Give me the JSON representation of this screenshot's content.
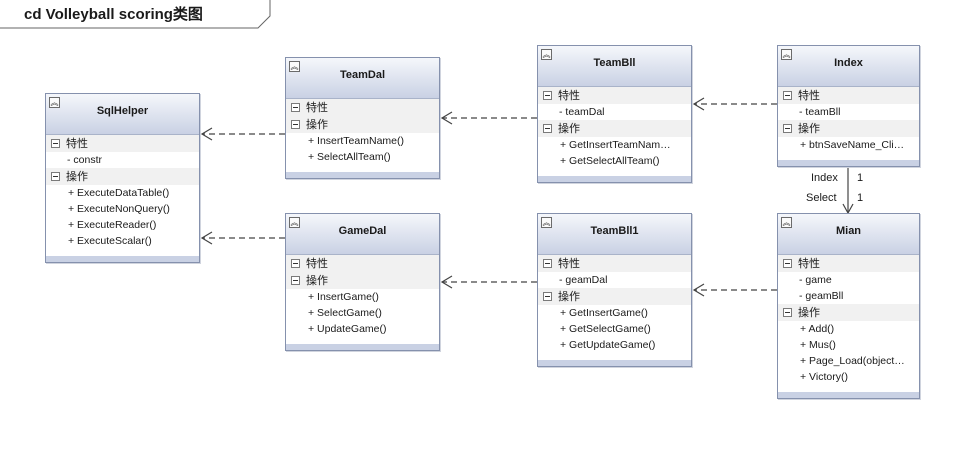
{
  "diagram": {
    "title": "cd Volleyball scoring类图",
    "section_attributes": "特性",
    "section_operations": "操作"
  },
  "classes": {
    "sqlhelper": {
      "name": "SqlHelper",
      "attributes": [
        "- constr"
      ],
      "operations": [
        "+ ExecuteDataTable()",
        "+ ExecuteNonQuery()",
        "+ ExecuteReader()",
        "+ ExecuteScalar()"
      ]
    },
    "teamdal": {
      "name": "TeamDal",
      "attributes": [],
      "operations": [
        "+ InsertTeamName()",
        "+ SelectAllTeam()"
      ]
    },
    "teambll": {
      "name": "TeamBll",
      "attributes": [
        "- teamDal"
      ],
      "operations": [
        "+ GetInsertTeamNam…",
        "+ GetSelectAllTeam()"
      ]
    },
    "index": {
      "name": "Index",
      "attributes": [
        "- teamBll"
      ],
      "operations": [
        "+ btnSaveName_Cli…"
      ]
    },
    "gamedal": {
      "name": "GameDal",
      "attributes": [],
      "operations": [
        "+ InsertGame()",
        "+ SelectGame()",
        "+ UpdateGame()"
      ]
    },
    "teambll1": {
      "name": "TeamBll1",
      "attributes": [
        "- geamDal"
      ],
      "operations": [
        "+ GetInsertGame()",
        "+ GetSelectGame()",
        "+ GetUpdateGame()"
      ]
    },
    "mian": {
      "name": "Mian",
      "attributes": [
        "- game",
        "- geamBll"
      ],
      "operations": [
        "+ Add()",
        "+ Mus()",
        "+ Page_Load(object…",
        "+ Victory()"
      ]
    }
  },
  "association": {
    "source_role": "Index",
    "source_multiplicity": "1",
    "target_role": "Select",
    "target_multiplicity": "1"
  },
  "colors": {
    "border": "#8591ad",
    "header_top": "#f5f7fb",
    "header_bottom": "#c9d1e4",
    "section_bg": "#f1f1f1",
    "connector": "#444444"
  }
}
